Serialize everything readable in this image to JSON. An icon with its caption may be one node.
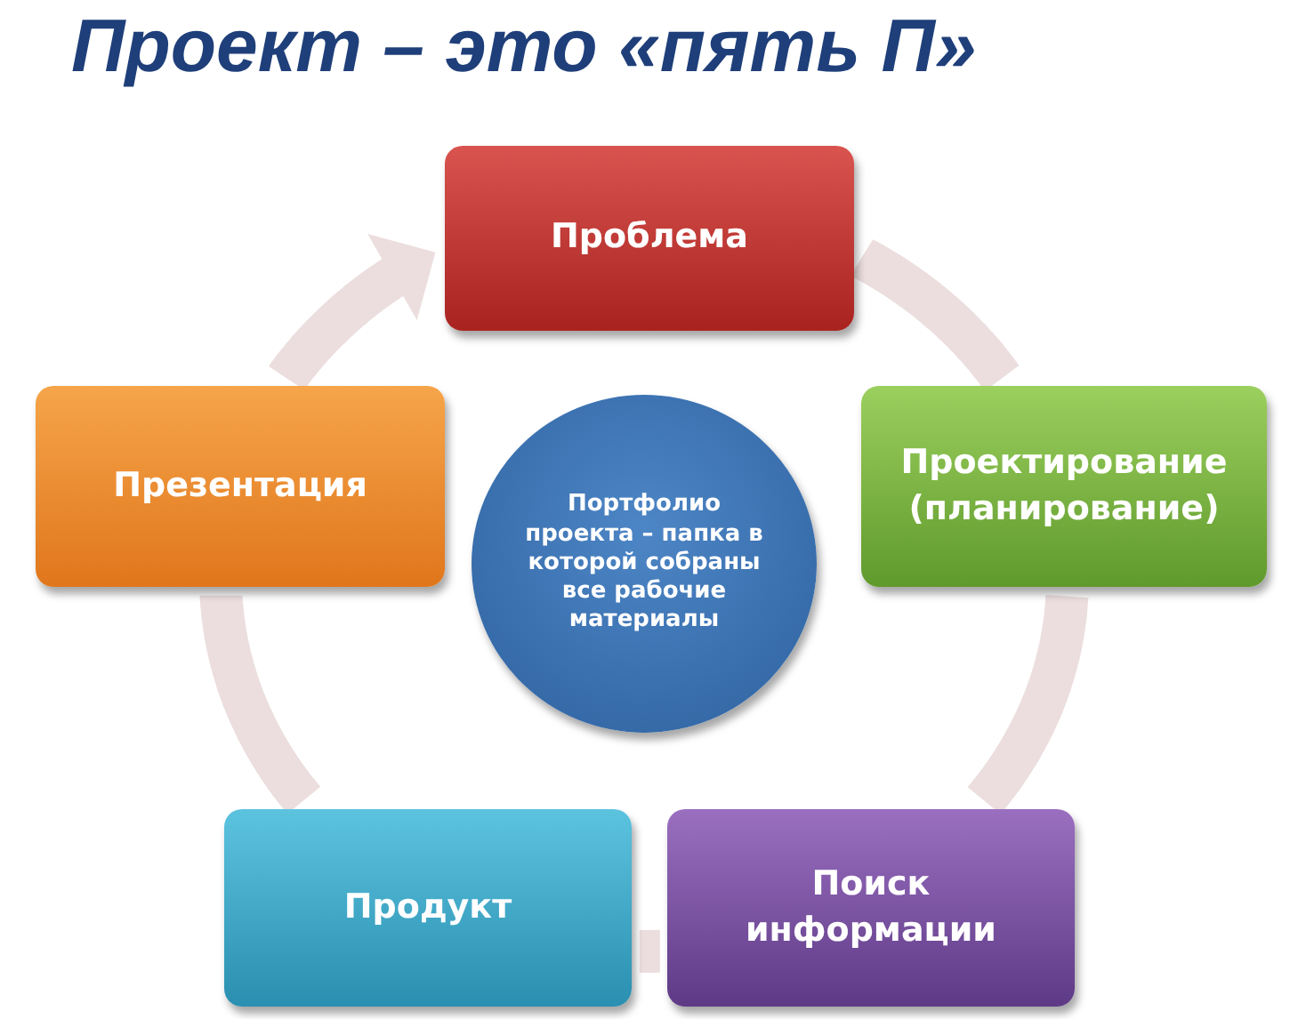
{
  "diagram": {
    "title": "Проект – это «пять П»",
    "nodes": [
      {
        "text": [
          "Проблема"
        ]
      },
      {
        "text": [
          "Проектирование (планирование)"
        ]
      },
      {
        "text": [
          "Поиск информации"
        ]
      },
      {
        "text": [
          "Продукт"
        ]
      },
      {
        "text": [
          "Презентация"
        ]
      },
      {
        "text": [
          "Портфолио проекта – папка в которой собраны все рабочие материалы"
        ]
      }
    ],
    "edges": [
      {
        "from": 0,
        "to": 1,
        "arrow": "none"
      },
      {
        "from": 1,
        "to": 2,
        "arrow": "none"
      },
      {
        "from": 2,
        "to": 3,
        "arrow": "none"
      },
      {
        "from": 3,
        "to": 4,
        "arrow": "none"
      },
      {
        "from": 4,
        "to": 0,
        "arrow": "to"
      }
    ]
  }
}
